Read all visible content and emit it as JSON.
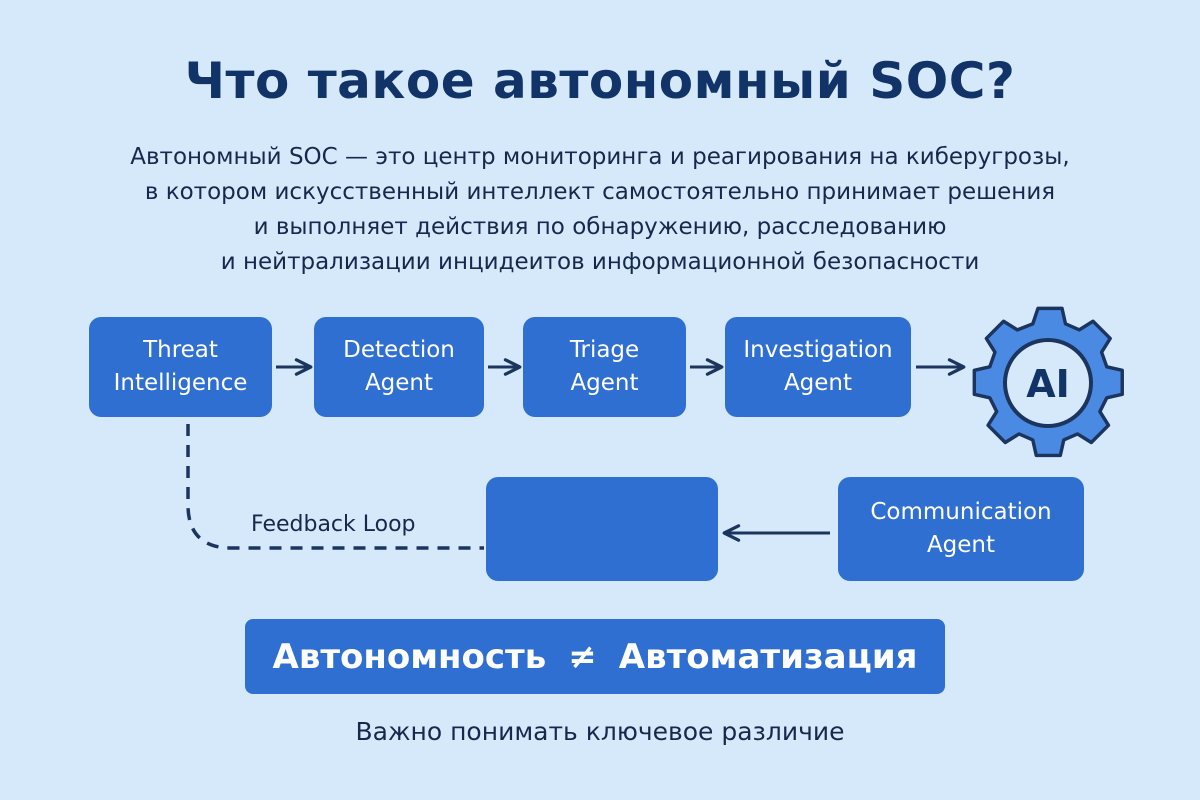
{
  "title": "Что такое автономный SOC?",
  "description": {
    "lines": [
      "Автономный SOC — это центр мониторинга и реагирования на киберугрозы,",
      "в котором искусственный интеллект самостоятельно принимает решения",
      "и выполняет действия по обнаружению, расследованию",
      "и нейтрализации инцидеитов информационной безопасности"
    ]
  },
  "flow": {
    "threat_intelligence": [
      "Threat",
      "Intelligence"
    ],
    "detection_agent": [
      "Detection",
      "Agent"
    ],
    "triage_agent": [
      "Triage",
      "Agent"
    ],
    "investigation_agent": [
      "Investigation",
      "Agent"
    ],
    "ai_label": "AI",
    "communication_agent": [
      "Communication",
      "Agent"
    ],
    "feedback_loop": "Feedback Loop"
  },
  "banner": {
    "left": "Автономность",
    "symbol": "≠",
    "right": "Автоматизация"
  },
  "note": "Важно понимать ключевое различие",
  "colors": {
    "background": "#d6e9fb",
    "box": "#2f6fd1",
    "dark_text": "#123368",
    "connector": "#1b355e",
    "gear_fill": "#4b8ae3"
  },
  "icons": {
    "ai": "ai-gear-icon",
    "arrow": "arrow-right-icon"
  }
}
